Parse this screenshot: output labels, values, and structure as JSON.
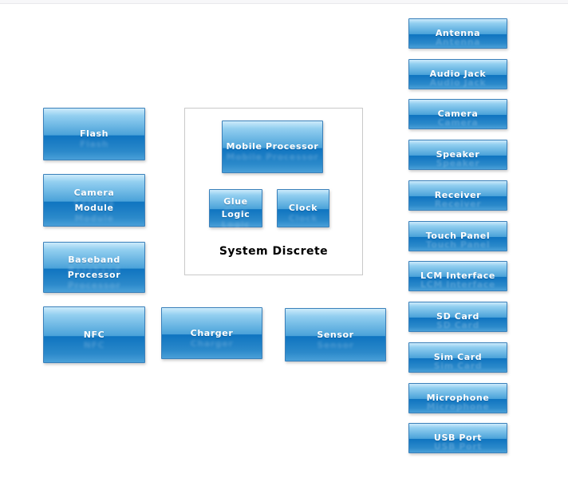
{
  "colors": {
    "box_border": "#3a80ba",
    "box_gradient_top": "#cdebfb",
    "box_gradient_mid_light": "#4aa2d9",
    "box_gradient_mid_dark": "#0f74c0",
    "box_gradient_bottom": "#4aa0d8",
    "box_text": "#ffffff",
    "group_border": "#c9c9c9",
    "title_text": "#000000",
    "page_background": "#ffffff",
    "top_strip": "#f7f7f9"
  },
  "diagram": {
    "left_column": [
      {
        "id": "flash",
        "lines": [
          "Flash"
        ]
      },
      {
        "id": "camera-module",
        "lines": [
          "Camera",
          "Module"
        ]
      },
      {
        "id": "baseband-processor",
        "lines": [
          "Baseband",
          "Processor"
        ]
      },
      {
        "id": "nfc",
        "lines": [
          "NFC"
        ]
      }
    ],
    "system_discrete": {
      "title": "System Discrete",
      "mobile_processor": {
        "lines": [
          "Mobile Processor"
        ]
      },
      "glue_logic": {
        "lines": [
          "Glue",
          "Logic"
        ]
      },
      "clock": {
        "lines": [
          "Clock"
        ]
      }
    },
    "bottom_row": [
      {
        "id": "charger",
        "lines": [
          "Charger"
        ]
      },
      {
        "id": "sensor",
        "lines": [
          "Sensor"
        ]
      }
    ],
    "right_column": [
      {
        "label": "Antenna"
      },
      {
        "label": "Audio Jack"
      },
      {
        "label": "Camera"
      },
      {
        "label": "Speaker"
      },
      {
        "label": "Receiver"
      },
      {
        "label": "Touch Panel"
      },
      {
        "label": "LCM Interface"
      },
      {
        "label": "SD Card"
      },
      {
        "label": "Sim Card"
      },
      {
        "label": "Microphone"
      },
      {
        "label": "USB Port"
      }
    ]
  }
}
